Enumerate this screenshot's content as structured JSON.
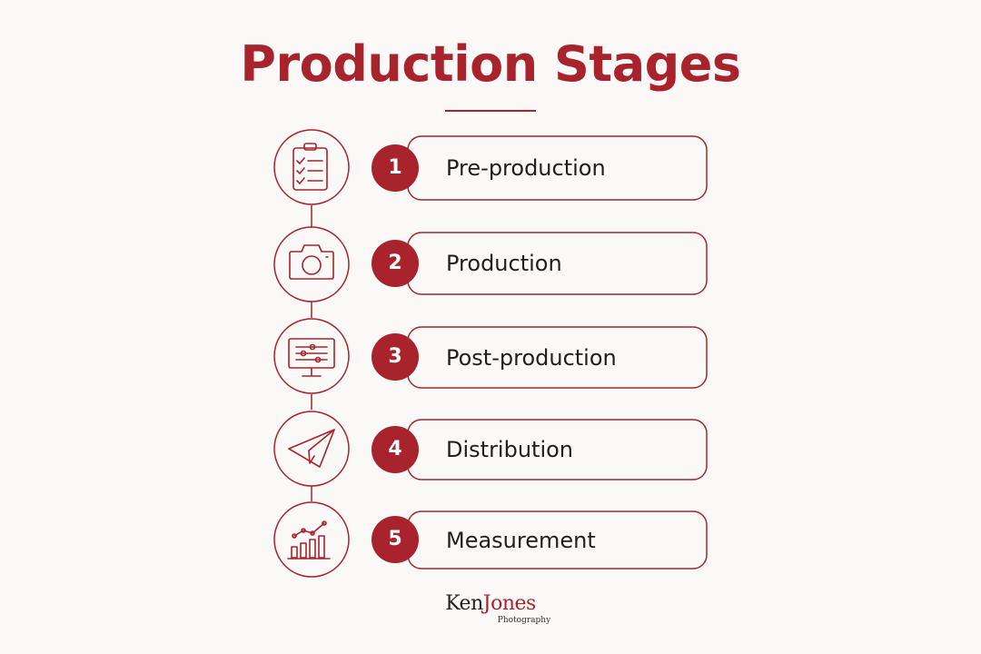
{
  "title": "Production Stages",
  "colors": {
    "accent": "#a8232b",
    "background": "#faf9f8",
    "text": "#1f1f1f"
  },
  "stages": [
    {
      "number": "1",
      "label": "Pre-production",
      "icon": "clipboard-checklist-icon"
    },
    {
      "number": "2",
      "label": "Production",
      "icon": "camera-icon"
    },
    {
      "number": "3",
      "label": "Post-production",
      "icon": "monitor-sliders-icon"
    },
    {
      "number": "4",
      "label": "Distribution",
      "icon": "paper-plane-icon"
    },
    {
      "number": "5",
      "label": "Measurement",
      "icon": "bar-chart-trend-icon"
    }
  ],
  "brand": {
    "first": "Ken",
    "last": "Jones",
    "subtitle": "Photography"
  }
}
